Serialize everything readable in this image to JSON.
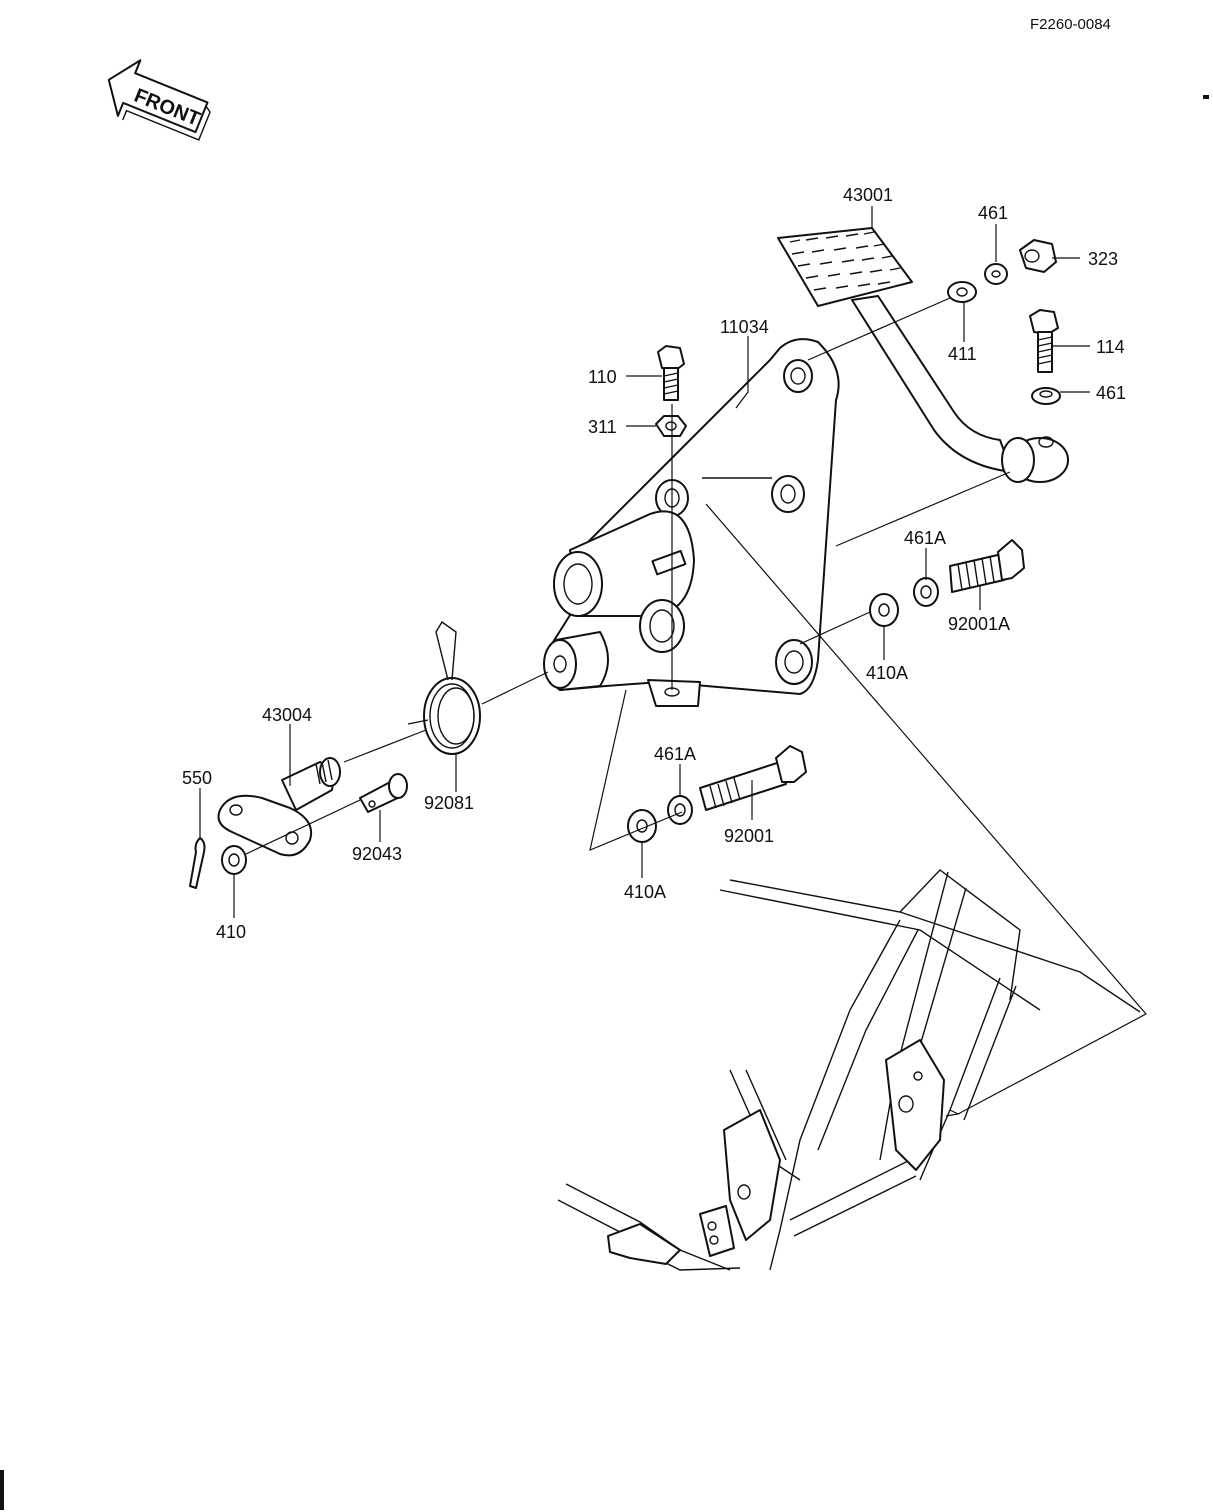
{
  "diagram": {
    "ref_code": "F2260-0084",
    "front_label": "FRONT",
    "parts": [
      {
        "id": "p43001",
        "label": "43001"
      },
      {
        "id": "p461_top",
        "label": "461"
      },
      {
        "id": "p323",
        "label": "323"
      },
      {
        "id": "p411",
        "label": "411"
      },
      {
        "id": "p114",
        "label": "114"
      },
      {
        "id": "p461_right",
        "label": "461"
      },
      {
        "id": "p11034",
        "label": "11034"
      },
      {
        "id": "p110",
        "label": "110"
      },
      {
        "id": "p311",
        "label": "311"
      },
      {
        "id": "p461A_upper",
        "label": "461A"
      },
      {
        "id": "p92001A",
        "label": "92001A"
      },
      {
        "id": "p410A_upper",
        "label": "410A"
      },
      {
        "id": "p43004",
        "label": "43004"
      },
      {
        "id": "p550",
        "label": "550"
      },
      {
        "id": "p92081",
        "label": "92081"
      },
      {
        "id": "p92043",
        "label": "92043"
      },
      {
        "id": "p410",
        "label": "410"
      },
      {
        "id": "p461A_lower",
        "label": "461A"
      },
      {
        "id": "p92001",
        "label": "92001"
      },
      {
        "id": "p410A_lower",
        "label": "410A"
      }
    ]
  }
}
